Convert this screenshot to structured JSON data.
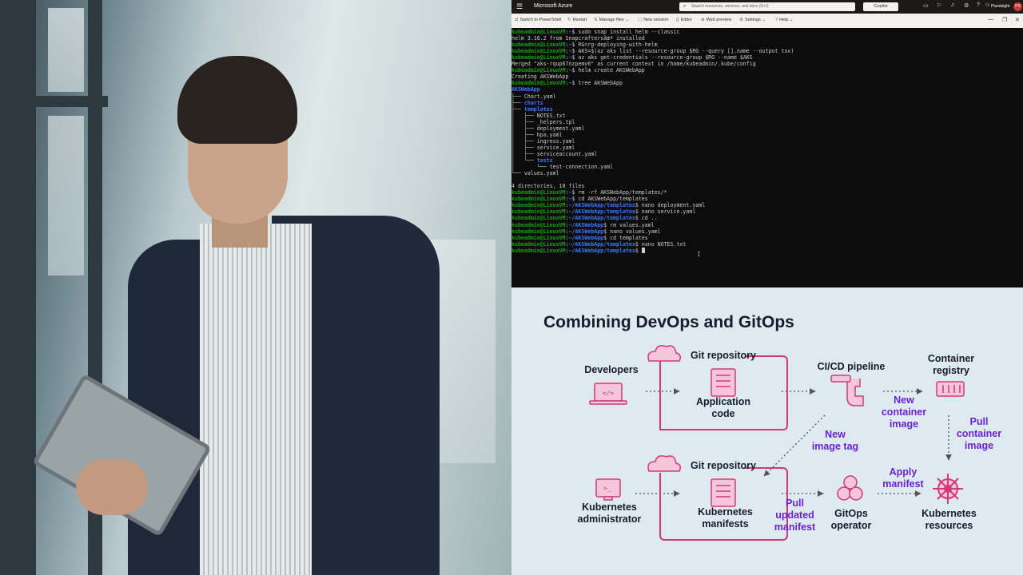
{
  "azure": {
    "brand": "Microsoft Azure",
    "search_placeholder": "Search resources, services, and docs (G+/)",
    "copilot": "Copilot",
    "user": "Pluralsight",
    "avatar_initials": "PS"
  },
  "shell_toolbar": {
    "switch": "Switch to PowerShell",
    "restart": "Restart",
    "manage_files": "Manage files",
    "new_session": "New session",
    "editor": "Editor",
    "web_preview": "Web preview",
    "settings": "Settings",
    "help": "Help"
  },
  "terminal": {
    "prompt_user": "kubeadmin@LinuxVM",
    "lines": [
      {
        "type": "cmd",
        "path": "~",
        "cmd": "sudo snap install helm --classic"
      },
      {
        "type": "out",
        "text": "helm 3.16.2 from Snapcraftersâœª installed"
      },
      {
        "type": "cmd",
        "path": "~",
        "cmd": "RG=rg-deploying-with-helm"
      },
      {
        "type": "cmd",
        "path": "~",
        "cmd": "AKS=$(az aks list --resource-group $RG --query [].name --output tsv)"
      },
      {
        "type": "cmd",
        "path": "~",
        "cmd": "az aks get-credentials --resource-group $RG --name $AKS"
      },
      {
        "type": "out",
        "text": "Merged \"aks-rqup67nzpemv6\" as current context in /home/kubeadmin/.kube/config"
      },
      {
        "type": "cmd",
        "path": "~",
        "cmd": "helm create AKSWebApp"
      },
      {
        "type": "out",
        "text": "Creating AKSWebApp"
      },
      {
        "type": "cmd",
        "path": "~",
        "cmd": "tree AKSWebApp"
      },
      {
        "type": "dir",
        "prefix": "",
        "text": "AKSWebApp"
      },
      {
        "type": "out",
        "text": "├── Chart.yaml"
      },
      {
        "type": "dir",
        "prefix": "├── ",
        "text": "charts"
      },
      {
        "type": "dir",
        "prefix": "├── ",
        "text": "templates"
      },
      {
        "type": "out",
        "text": "│   ├── NOTES.txt"
      },
      {
        "type": "out",
        "text": "│   ├── _helpers.tpl"
      },
      {
        "type": "out",
        "text": "│   ├── deployment.yaml"
      },
      {
        "type": "out",
        "text": "│   ├── hpa.yaml"
      },
      {
        "type": "out",
        "text": "│   ├── ingress.yaml"
      },
      {
        "type": "out",
        "text": "│   ├── service.yaml"
      },
      {
        "type": "out",
        "text": "│   ├── serviceaccount.yaml"
      },
      {
        "type": "dir",
        "prefix": "│   └── ",
        "text": "tests"
      },
      {
        "type": "out",
        "text": "│       └── test-connection.yaml"
      },
      {
        "type": "out",
        "text": "└── values.yaml"
      },
      {
        "type": "out",
        "text": ""
      },
      {
        "type": "out",
        "text": "4 directories, 10 files"
      },
      {
        "type": "cmd",
        "path": "~",
        "cmd": "rm -rf AKSWebApp/templates/*"
      },
      {
        "type": "cmd",
        "path": "~",
        "cmd": "cd AKSWebApp/templates"
      },
      {
        "type": "cmd",
        "path": "~/AKSWebApp/templates",
        "cmd": "nano deployment.yaml"
      },
      {
        "type": "cmd",
        "path": "~/AKSWebApp/templates",
        "cmd": "nano service.yaml"
      },
      {
        "type": "cmd",
        "path": "~/AKSWebApp/templates",
        "cmd": "cd .."
      },
      {
        "type": "cmd",
        "path": "~/AKSWebApp",
        "cmd": "rm values.yaml"
      },
      {
        "type": "cmd",
        "path": "~/AKSWebApp",
        "cmd": "nano values.yaml"
      },
      {
        "type": "cmd",
        "path": "~/AKSWebApp",
        "cmd": "cd templates"
      },
      {
        "type": "cmd",
        "path": "~/AKSWebApp/templates",
        "cmd": "nano NOTES.txt"
      },
      {
        "type": "cmd",
        "path": "~/AKSWebApp/templates",
        "cmd": "",
        "cursor": true
      }
    ]
  },
  "diagram": {
    "title": "Combining DevOps and GitOps",
    "developers": "Developers",
    "git_repo_1": "Git repository",
    "app_code": "Application\ncode",
    "cicd": "CI/CD pipeline",
    "container_registry": "Container\nregistry",
    "new_container_image": "New\ncontainer\nimage",
    "pull_container_image": "Pull\ncontainer\nimage",
    "new_image_tag": "New\nimage tag",
    "git_repo_2": "Git repository",
    "k8s_admin": "Kubernetes\nadministrator",
    "k8s_manifests": "Kubernetes\nmanifests",
    "pull_updated_manifest": "Pull\nupdated\nmanifest",
    "gitops_operator": "GitOps\noperator",
    "apply_manifest": "Apply\nmanifest",
    "k8s_resources": "Kubernetes\nresources",
    "colors": {
      "accent": "#d6377a",
      "purple": "#6b22d6",
      "bg": "#ddeaf0"
    }
  }
}
